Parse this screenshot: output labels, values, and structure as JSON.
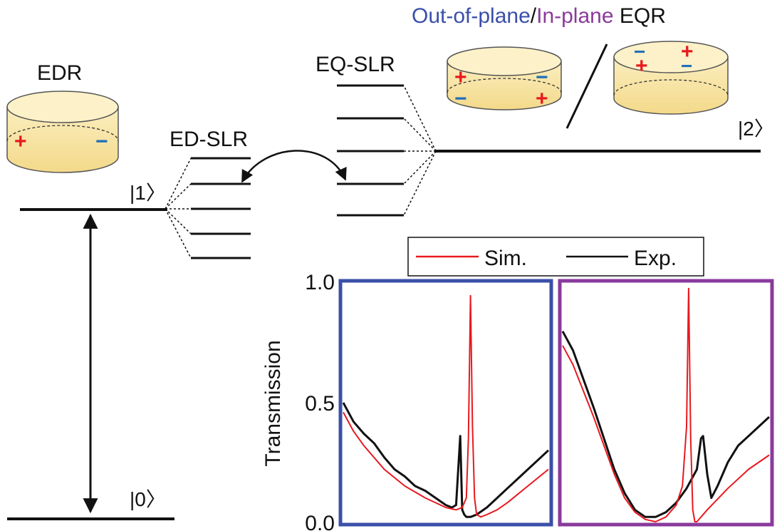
{
  "labels": {
    "edr": "EDR",
    "ed_slr": "ED-SLR",
    "eq_slr": "EQ-SLR",
    "state0": "|0〉",
    "state1": "|1〉",
    "state2": "|2〉",
    "title_out": "Out-of-plane",
    "title_sep": "/",
    "title_in": "In-plane",
    "title_eqr": " EQR",
    "plus": "+",
    "minus": "−"
  },
  "colors": {
    "out_of_plane": "#3a4fa8",
    "in_plane": "#8a3a9c",
    "sim": "#e8191f",
    "exp": "#111111",
    "disk_fill": "#f7e2a6",
    "charge_plus": "#e8191f",
    "charge_minus": "#1f6fb8"
  },
  "chart_data": {
    "type": "line",
    "ylabel": "Transmission",
    "ylim": [
      0,
      1
    ],
    "yticks": [
      "0.0",
      "0.5",
      "1.0"
    ],
    "legend": {
      "placement": "top",
      "entries": [
        "Sim.",
        "Exp."
      ]
    },
    "panels": [
      {
        "name": "Out-of-plane",
        "frame_color": "#3a4fa8",
        "xlim": [
          0,
          1
        ],
        "series": [
          {
            "name": "Sim.",
            "color": "#e8191f",
            "x": [
              0,
              0.05,
              0.1,
              0.2,
              0.3,
              0.4,
              0.5,
              0.55,
              0.58,
              0.6,
              0.61,
              0.62,
              0.63,
              0.64,
              0.65,
              0.67,
              0.7,
              0.75,
              0.8,
              0.9,
              1.0
            ],
            "y": [
              0.46,
              0.38,
              0.32,
              0.22,
              0.15,
              0.1,
              0.06,
              0.05,
              0.06,
              0.1,
              0.35,
              0.95,
              0.4,
              0.1,
              0.03,
              0.02,
              0.03,
              0.05,
              0.08,
              0.15,
              0.22
            ]
          },
          {
            "name": "Exp.",
            "color": "#111111",
            "x": [
              0,
              0.05,
              0.1,
              0.15,
              0.2,
              0.25,
              0.3,
              0.35,
              0.4,
              0.45,
              0.5,
              0.53,
              0.55,
              0.57,
              0.58,
              0.59,
              0.6,
              0.62,
              0.65,
              0.7,
              0.75,
              0.8,
              0.85,
              0.9,
              0.95,
              1.0
            ],
            "y": [
              0.5,
              0.42,
              0.37,
              0.33,
              0.27,
              0.22,
              0.19,
              0.15,
              0.13,
              0.1,
              0.07,
              0.06,
              0.07,
              0.36,
              0.05,
              0.03,
              0.02,
              0.02,
              0.03,
              0.06,
              0.1,
              0.14,
              0.18,
              0.22,
              0.26,
              0.3
            ]
          }
        ]
      },
      {
        "name": "In-plane",
        "frame_color": "#8a3a9c",
        "xlim": [
          0,
          1
        ],
        "series": [
          {
            "name": "Sim.",
            "color": "#e8191f",
            "x": [
              0,
              0.05,
              0.1,
              0.15,
              0.2,
              0.25,
              0.3,
              0.35,
              0.4,
              0.45,
              0.5,
              0.55,
              0.58,
              0.6,
              0.61,
              0.62,
              0.63,
              0.64,
              0.65,
              0.7,
              0.8,
              0.9,
              1.0
            ],
            "y": [
              0.74,
              0.66,
              0.55,
              0.44,
              0.32,
              0.2,
              0.1,
              0.04,
              0.01,
              0.0,
              0.02,
              0.07,
              0.15,
              0.4,
              0.98,
              0.35,
              0.05,
              0.0,
              0.0,
              0.05,
              0.14,
              0.22,
              0.28
            ]
          },
          {
            "name": "Exp.",
            "color": "#111111",
            "x": [
              0,
              0.05,
              0.1,
              0.15,
              0.2,
              0.25,
              0.3,
              0.35,
              0.4,
              0.45,
              0.5,
              0.55,
              0.6,
              0.65,
              0.67,
              0.68,
              0.7,
              0.72,
              0.75,
              0.8,
              0.85,
              0.9,
              0.95,
              1.0
            ],
            "y": [
              0.8,
              0.72,
              0.6,
              0.48,
              0.35,
              0.22,
              0.12,
              0.05,
              0.02,
              0.02,
              0.04,
              0.08,
              0.14,
              0.22,
              0.35,
              0.36,
              0.2,
              0.1,
              0.15,
              0.25,
              0.32,
              0.36,
              0.4,
              0.44
            ]
          }
        ]
      }
    ]
  }
}
